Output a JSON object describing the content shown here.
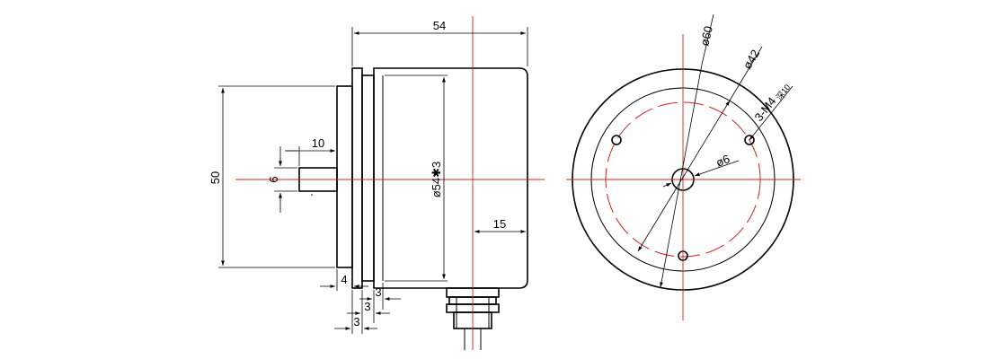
{
  "dimensions": {
    "overall_length": "54",
    "housing_height": "50",
    "shaft_length": "10",
    "shaft_diameter": "6",
    "flange_diameter": "ø54✱3",
    "cable_offset": "15",
    "flange_thickness_a": "4",
    "flange_thickness_b": "3",
    "flange_thickness_c": "3",
    "flange_thickness_d": "3"
  },
  "front_view": {
    "outer_diameter": "ø60",
    "bolt_circle_diameter": "ø42",
    "thread_callout_main": "3-M4",
    "thread_callout_depth": "深10",
    "shaft_hole_diameter": "ø6"
  },
  "colors": {
    "outline": "#000000",
    "centerline": "#d42020"
  }
}
